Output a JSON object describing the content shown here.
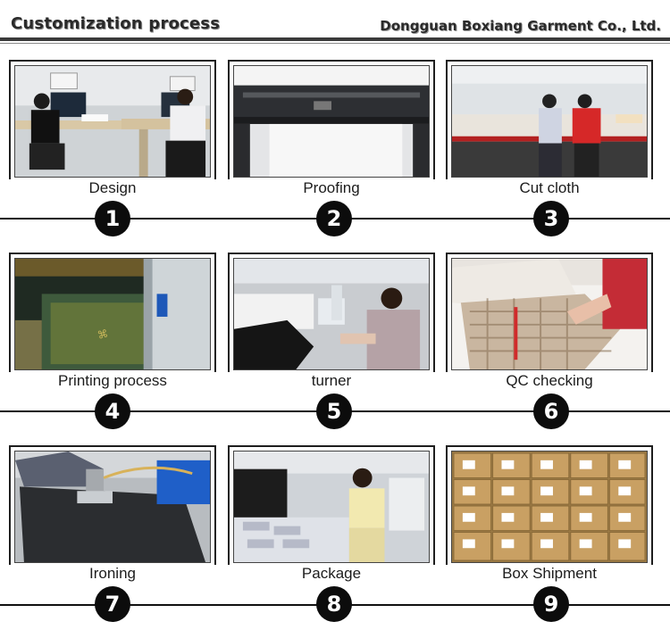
{
  "header": {
    "title": "Customization process",
    "company": "Dongguan Boxiang Garment Co., Ltd."
  },
  "steps": [
    {
      "number": "1",
      "label": "Design",
      "image": "office-designers-at-computers"
    },
    {
      "number": "2",
      "label": "Proofing",
      "image": "large-format-plotter-printing-paper"
    },
    {
      "number": "3",
      "label": "Cut cloth",
      "image": "workers-cutting-fabric-on-tables"
    },
    {
      "number": "4",
      "label": "Printing process",
      "image": "screen-printing-frame-on-fabric"
    },
    {
      "number": "5",
      "label": "turner",
      "image": "worker-sewing-at-machine"
    },
    {
      "number": "6",
      "label": "QC checking",
      "image": "inspecting-plaid-shirt"
    },
    {
      "number": "7",
      "label": "Ironing",
      "image": "steam-press-ironing-garment"
    },
    {
      "number": "8",
      "label": "Package",
      "image": "worker-folding-and-bagging-garments"
    },
    {
      "number": "9",
      "label": "Box Shipment",
      "image": "stacked-shipping-cartons"
    }
  ],
  "colors": {
    "frame": "#1e1e1e",
    "circle": "#0c0c0c",
    "divider": "#111111"
  }
}
